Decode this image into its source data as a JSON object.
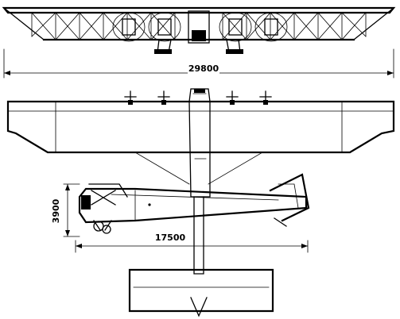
{
  "dimensions": {
    "span": "29800",
    "height": "3900",
    "length": "17500"
  },
  "views": [
    {
      "name": "front-view"
    },
    {
      "name": "plan-view"
    },
    {
      "name": "side-view"
    }
  ]
}
